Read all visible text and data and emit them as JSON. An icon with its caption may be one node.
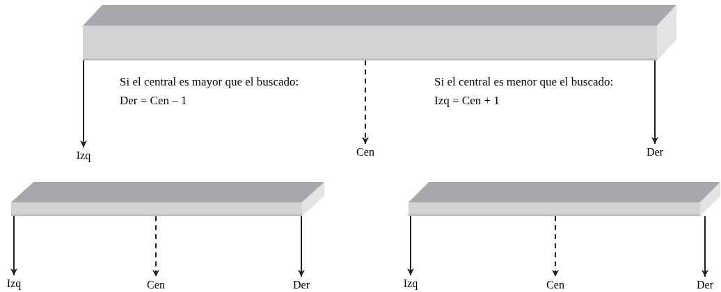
{
  "diagram": {
    "nodes": [
      {
        "text": [],
        "shape": "bar"
      },
      {
        "text": [
          "Izq"
        ]
      },
      {
        "text": [
          "Cen"
        ]
      },
      {
        "text": [
          "Der"
        ]
      },
      {
        "text": [],
        "shape": "bar"
      },
      {
        "text": [
          "Izq"
        ]
      },
      {
        "text": [
          "Cen"
        ]
      },
      {
        "text": [
          "Der"
        ]
      },
      {
        "text": [],
        "shape": "bar"
      },
      {
        "text": [
          "Izq"
        ]
      },
      {
        "text": [
          "Cen"
        ]
      },
      {
        "text": [
          "Der"
        ]
      }
    ],
    "edges": [
      {
        "from": 0,
        "to": 1,
        "arrow": "to"
      },
      {
        "from": 0,
        "to": 2,
        "arrow": "to",
        "style": "dashed"
      },
      {
        "from": 0,
        "to": 3,
        "arrow": "to"
      },
      {
        "from": 4,
        "to": 5,
        "arrow": "to"
      },
      {
        "from": 4,
        "to": 6,
        "arrow": "to",
        "style": "dashed"
      },
      {
        "from": 4,
        "to": 7,
        "arrow": "to"
      },
      {
        "from": 8,
        "to": 9,
        "arrow": "to"
      },
      {
        "from": 8,
        "to": 10,
        "arrow": "to",
        "style": "dashed"
      },
      {
        "from": 8,
        "to": 11,
        "arrow": "to"
      }
    ],
    "labels": [
      "Si el central es mayor que el buscado:",
      "Der = Cen – 1",
      "Si el central es menor que el buscado:",
      "Izq = Cen + 1"
    ]
  }
}
